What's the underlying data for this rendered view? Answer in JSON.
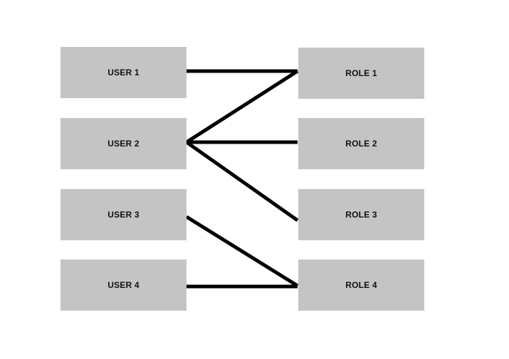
{
  "users": [
    {
      "label": "USER 1"
    },
    {
      "label": "USER 2"
    },
    {
      "label": "USER 3"
    },
    {
      "label": "USER 4"
    }
  ],
  "roles": [
    {
      "label": "ROLE 1"
    },
    {
      "label": "ROLE 2"
    },
    {
      "label": "ROLE 3"
    },
    {
      "label": "ROLE 4"
    }
  ],
  "connections": [
    {
      "from": "USER 1",
      "to": "ROLE 1"
    },
    {
      "from": "USER 2",
      "to": "ROLE 1"
    },
    {
      "from": "USER 2",
      "to": "ROLE 2"
    },
    {
      "from": "USER 2",
      "to": "ROLE 3"
    },
    {
      "from": "USER 3",
      "to": "ROLE 4"
    },
    {
      "from": "USER 4",
      "to": "ROLE 4"
    }
  ],
  "colors": {
    "node_fill": "#c4c4c4",
    "edge": "#000000",
    "text": "#111111"
  }
}
